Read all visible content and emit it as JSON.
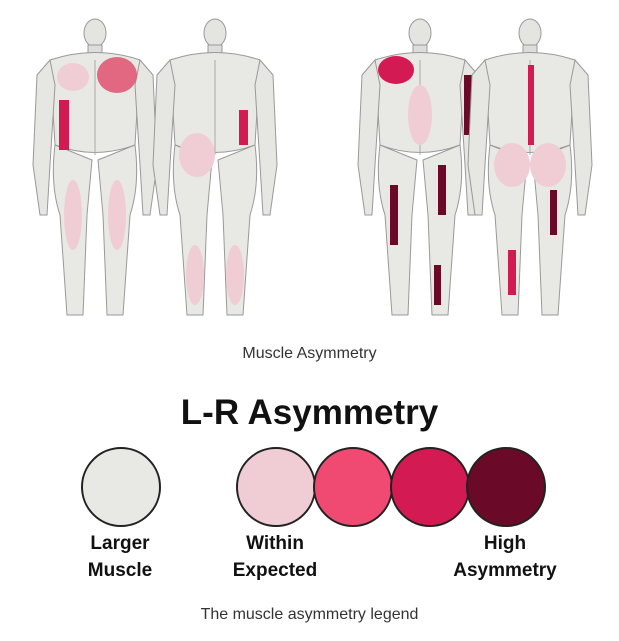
{
  "figure": {
    "caption": "Muscle Asymmetry",
    "views": [
      "front-left",
      "back-left",
      "front-right",
      "back-right"
    ]
  },
  "legend": {
    "title": "L-R Asymmetry",
    "swatches": [
      {
        "color": "#e8e8e4"
      },
      {
        "color": "#f0cdd5"
      },
      {
        "color": "#f04a72"
      },
      {
        "color": "#d41a52"
      },
      {
        "color": "#6a0a28"
      }
    ],
    "labels": [
      {
        "line1": "Larger",
        "line2": "Muscle"
      },
      {
        "line1": "Within",
        "line2": "Expected"
      },
      {
        "line1": "High",
        "line2": "Asymmetry"
      }
    ],
    "caption": "The muscle asymmetry legend"
  }
}
